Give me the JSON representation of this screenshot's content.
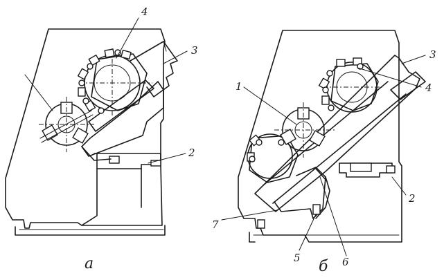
{
  "callouts_a": {
    "c1": "4",
    "c2": "3",
    "c3": "2"
  },
  "callouts_b": {
    "c1": "1",
    "c2": "3",
    "c3": "4",
    "c4": "2",
    "c5": "7",
    "c6": "5",
    "c7": "6"
  },
  "subfigures": {
    "left": "а",
    "right": "б"
  }
}
